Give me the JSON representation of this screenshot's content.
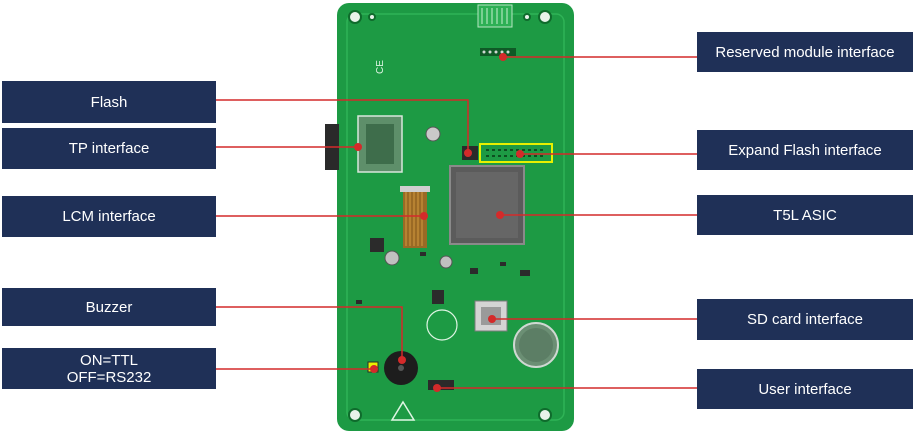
{
  "colors": {
    "label_bg": "#1f3057",
    "label_text": "#ffffff",
    "pcb_green": "#1d9a44",
    "connector_line": "#d42a2a",
    "highlight": "#e8f000"
  },
  "labels": {
    "reserved_module": "Reserved module interface",
    "flash": "Flash",
    "tp_interface": "TP interface",
    "expand_flash": "Expand Flash interface",
    "lcm_interface": "LCM interface",
    "t5l_asic": "T5L ASIC",
    "buzzer": "Buzzer",
    "sd_card": "SD card interface",
    "on_ttl": "ON=TTL",
    "off_rs232": "OFF=RS232",
    "user_interface": "User interface"
  }
}
